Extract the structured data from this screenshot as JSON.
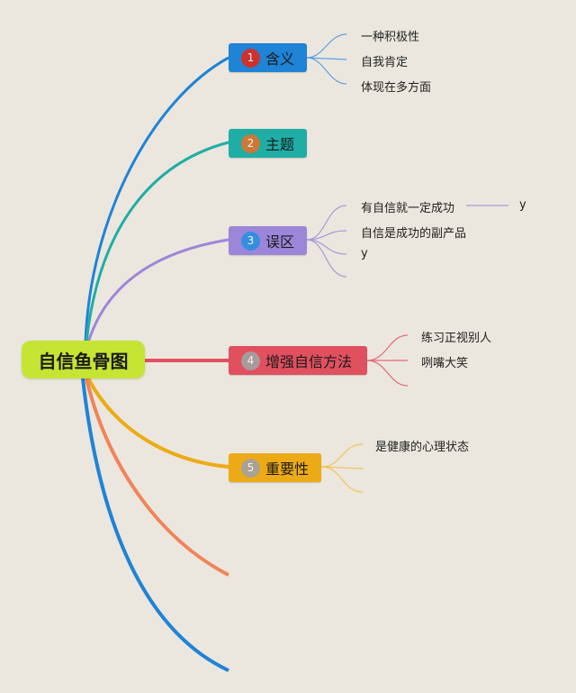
{
  "root": {
    "label": "自信鱼骨图",
    "color": "#c6e433"
  },
  "branches": [
    {
      "num": "1",
      "label": "含义",
      "color": "#1f83d6",
      "badge": "#e02a1b",
      "line": "#1f83d6",
      "leaves": [
        "一种积极性",
        "自我肯定",
        "体现在多方面"
      ]
    },
    {
      "num": "2",
      "label": "主题",
      "color": "#1fada6",
      "badge": "#e2722c",
      "line": "#1fada6",
      "leaves": []
    },
    {
      "num": "3",
      "label": "误区",
      "color": "#9b86da",
      "badge": "#2b8fe0",
      "line": "#9b86da",
      "leaves": [
        "有自信就一定成功",
        "自信是成功的副产品",
        "y"
      ],
      "sub_leaf": "y"
    },
    {
      "num": "4",
      "label": "增强自信方法",
      "color": "#e0505f",
      "badge": "#a2a2a2",
      "line": "#e0505f",
      "leaves": [
        "练习正视别人",
        "咧嘴大笑"
      ]
    },
    {
      "num": "5",
      "label": "重要性",
      "color": "#ecab16",
      "badge": "#a2a2a2",
      "line": "#ecab16",
      "leaves": [
        "是健康的心理状态"
      ]
    }
  ],
  "extra_lines": [
    "#f0845a",
    "#1f83d6"
  ]
}
